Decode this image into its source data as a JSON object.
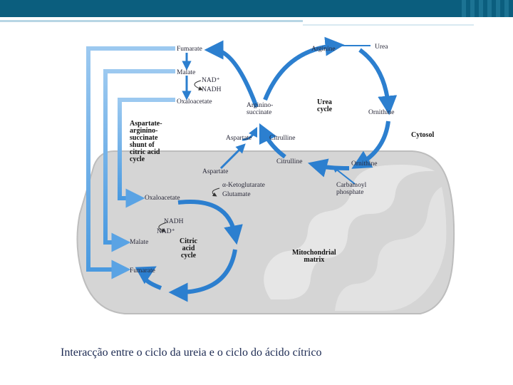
{
  "diagram": {
    "metabolites": {
      "fumarate_top": "Fumarate",
      "malate_top": "Malate",
      "nad_plus_top": "NAD⁺",
      "nadh_top": "NADH",
      "oxaloacetate_top": "Oxaloacetate",
      "arginine": "Arginine",
      "urea": "Urea",
      "argininosuccinate": "Arginino-\nsuccinate",
      "ornithine_cytosol": "Ornithine",
      "aspartate_cytosol": "Aspartate",
      "citrulline_cytosol": "Citrulline",
      "citrulline_matrix": "Citrulline",
      "ornithine_matrix": "Ornithine",
      "aspartate_matrix": "Aspartate",
      "alpha_ketoglutarate": "α-Ketoglutarate",
      "glutamate": "Glutamate",
      "carbamoyl_phosphate": "Carbamoyl\nphosphate",
      "oxaloacetate_matrix": "Oxaloacetate",
      "nadh_matrix": "NADH",
      "nad_plus_matrix": "NAD⁺",
      "malate_matrix": "Malate",
      "fumarate_matrix": "Fumarate"
    },
    "labels": {
      "urea_cycle": "Urea\ncycle",
      "citric_acid_cycle": "Citric\nacid\ncycle",
      "shunt": "Aspartate-\narginino-\nsuccinate\nshunt of\ncitric acid\ncycle",
      "cytosol": "Cytosol",
      "mitochondrial_matrix": "Mitochondrial\nmatrix"
    },
    "colors": {
      "arrow_blue": "#2c7fcf",
      "arrow_light": "#a9d0f2",
      "mitochondrion": "#d4d4d4",
      "header": "#0b5e7e"
    }
  },
  "caption": "Interacção entre o ciclo da ureia e o ciclo do ácido cítrico"
}
